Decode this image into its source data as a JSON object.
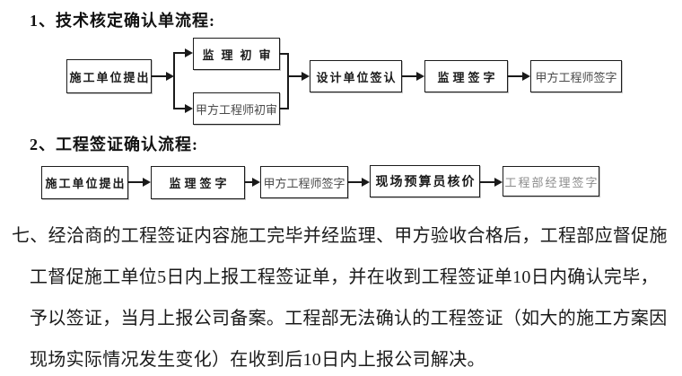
{
  "colors": {
    "background": "#ffffff",
    "text": "#1a1a1a",
    "box_border": "#1c1c1c",
    "thin_label": "#4a4a4a",
    "gray_label": "#8c8c8c"
  },
  "flow1": {
    "heading": "1、技术核定确认单流程:",
    "nodes": [
      {
        "label": "施工单位提出"
      },
      {
        "label": "监理初审"
      },
      {
        "label": "甲方工程师初审"
      },
      {
        "label": "设计单位签认"
      },
      {
        "label": "监理签字"
      },
      {
        "label": "甲方工程师签字"
      }
    ]
  },
  "flow2": {
    "heading": "2、工程签证确认流程:",
    "nodes": [
      {
        "label": "施工单位提出"
      },
      {
        "label": "监理签字"
      },
      {
        "label": "甲方工程师签字"
      },
      {
        "label": "现场预算员核价"
      },
      {
        "label": "工程部经理签字"
      }
    ]
  },
  "paragraph": {
    "lines": [
      "七、经洽商的工程签证内容施工完毕并经监理、甲方验收合格后，工程部应督促施",
      "工督促施工单位5日内上报工程签证单，并在收到工程签证单10日内确认完毕，",
      "予以签证，当月上报公司备案。工程部无法确认的工程签证（如大的施工方案因",
      "现场实际情况发生变化）在收到后10日内上报公司解决。"
    ]
  }
}
